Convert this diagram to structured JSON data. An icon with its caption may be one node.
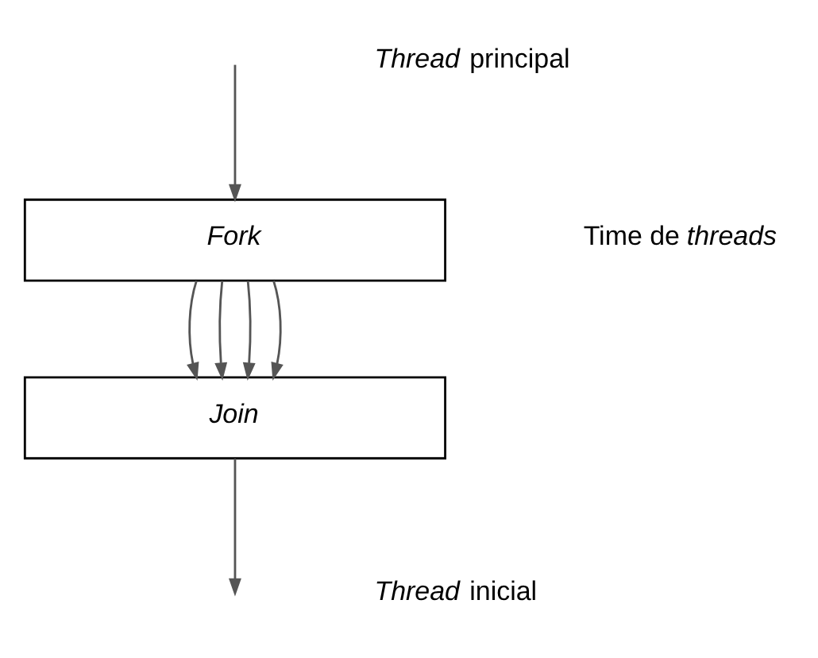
{
  "diagram": {
    "nodes": [
      {
        "text": [
          "Fork"
        ]
      },
      {
        "text": [
          "Join"
        ]
      }
    ],
    "edges": [
      {
        "from": null,
        "to": 0,
        "arrow": "to"
      },
      {
        "from": 0,
        "to": 1,
        "arrow": "to"
      },
      {
        "from": 0,
        "to": 1,
        "arrow": "to"
      },
      {
        "from": 0,
        "to": 1,
        "arrow": "to"
      },
      {
        "from": 0,
        "to": 1,
        "arrow": "to"
      },
      {
        "from": 1,
        "to": null,
        "arrow": "to"
      }
    ],
    "labels": [
      "*Thread* principal",
      "Time de *threads*",
      "*Thread* inicial"
    ]
  }
}
